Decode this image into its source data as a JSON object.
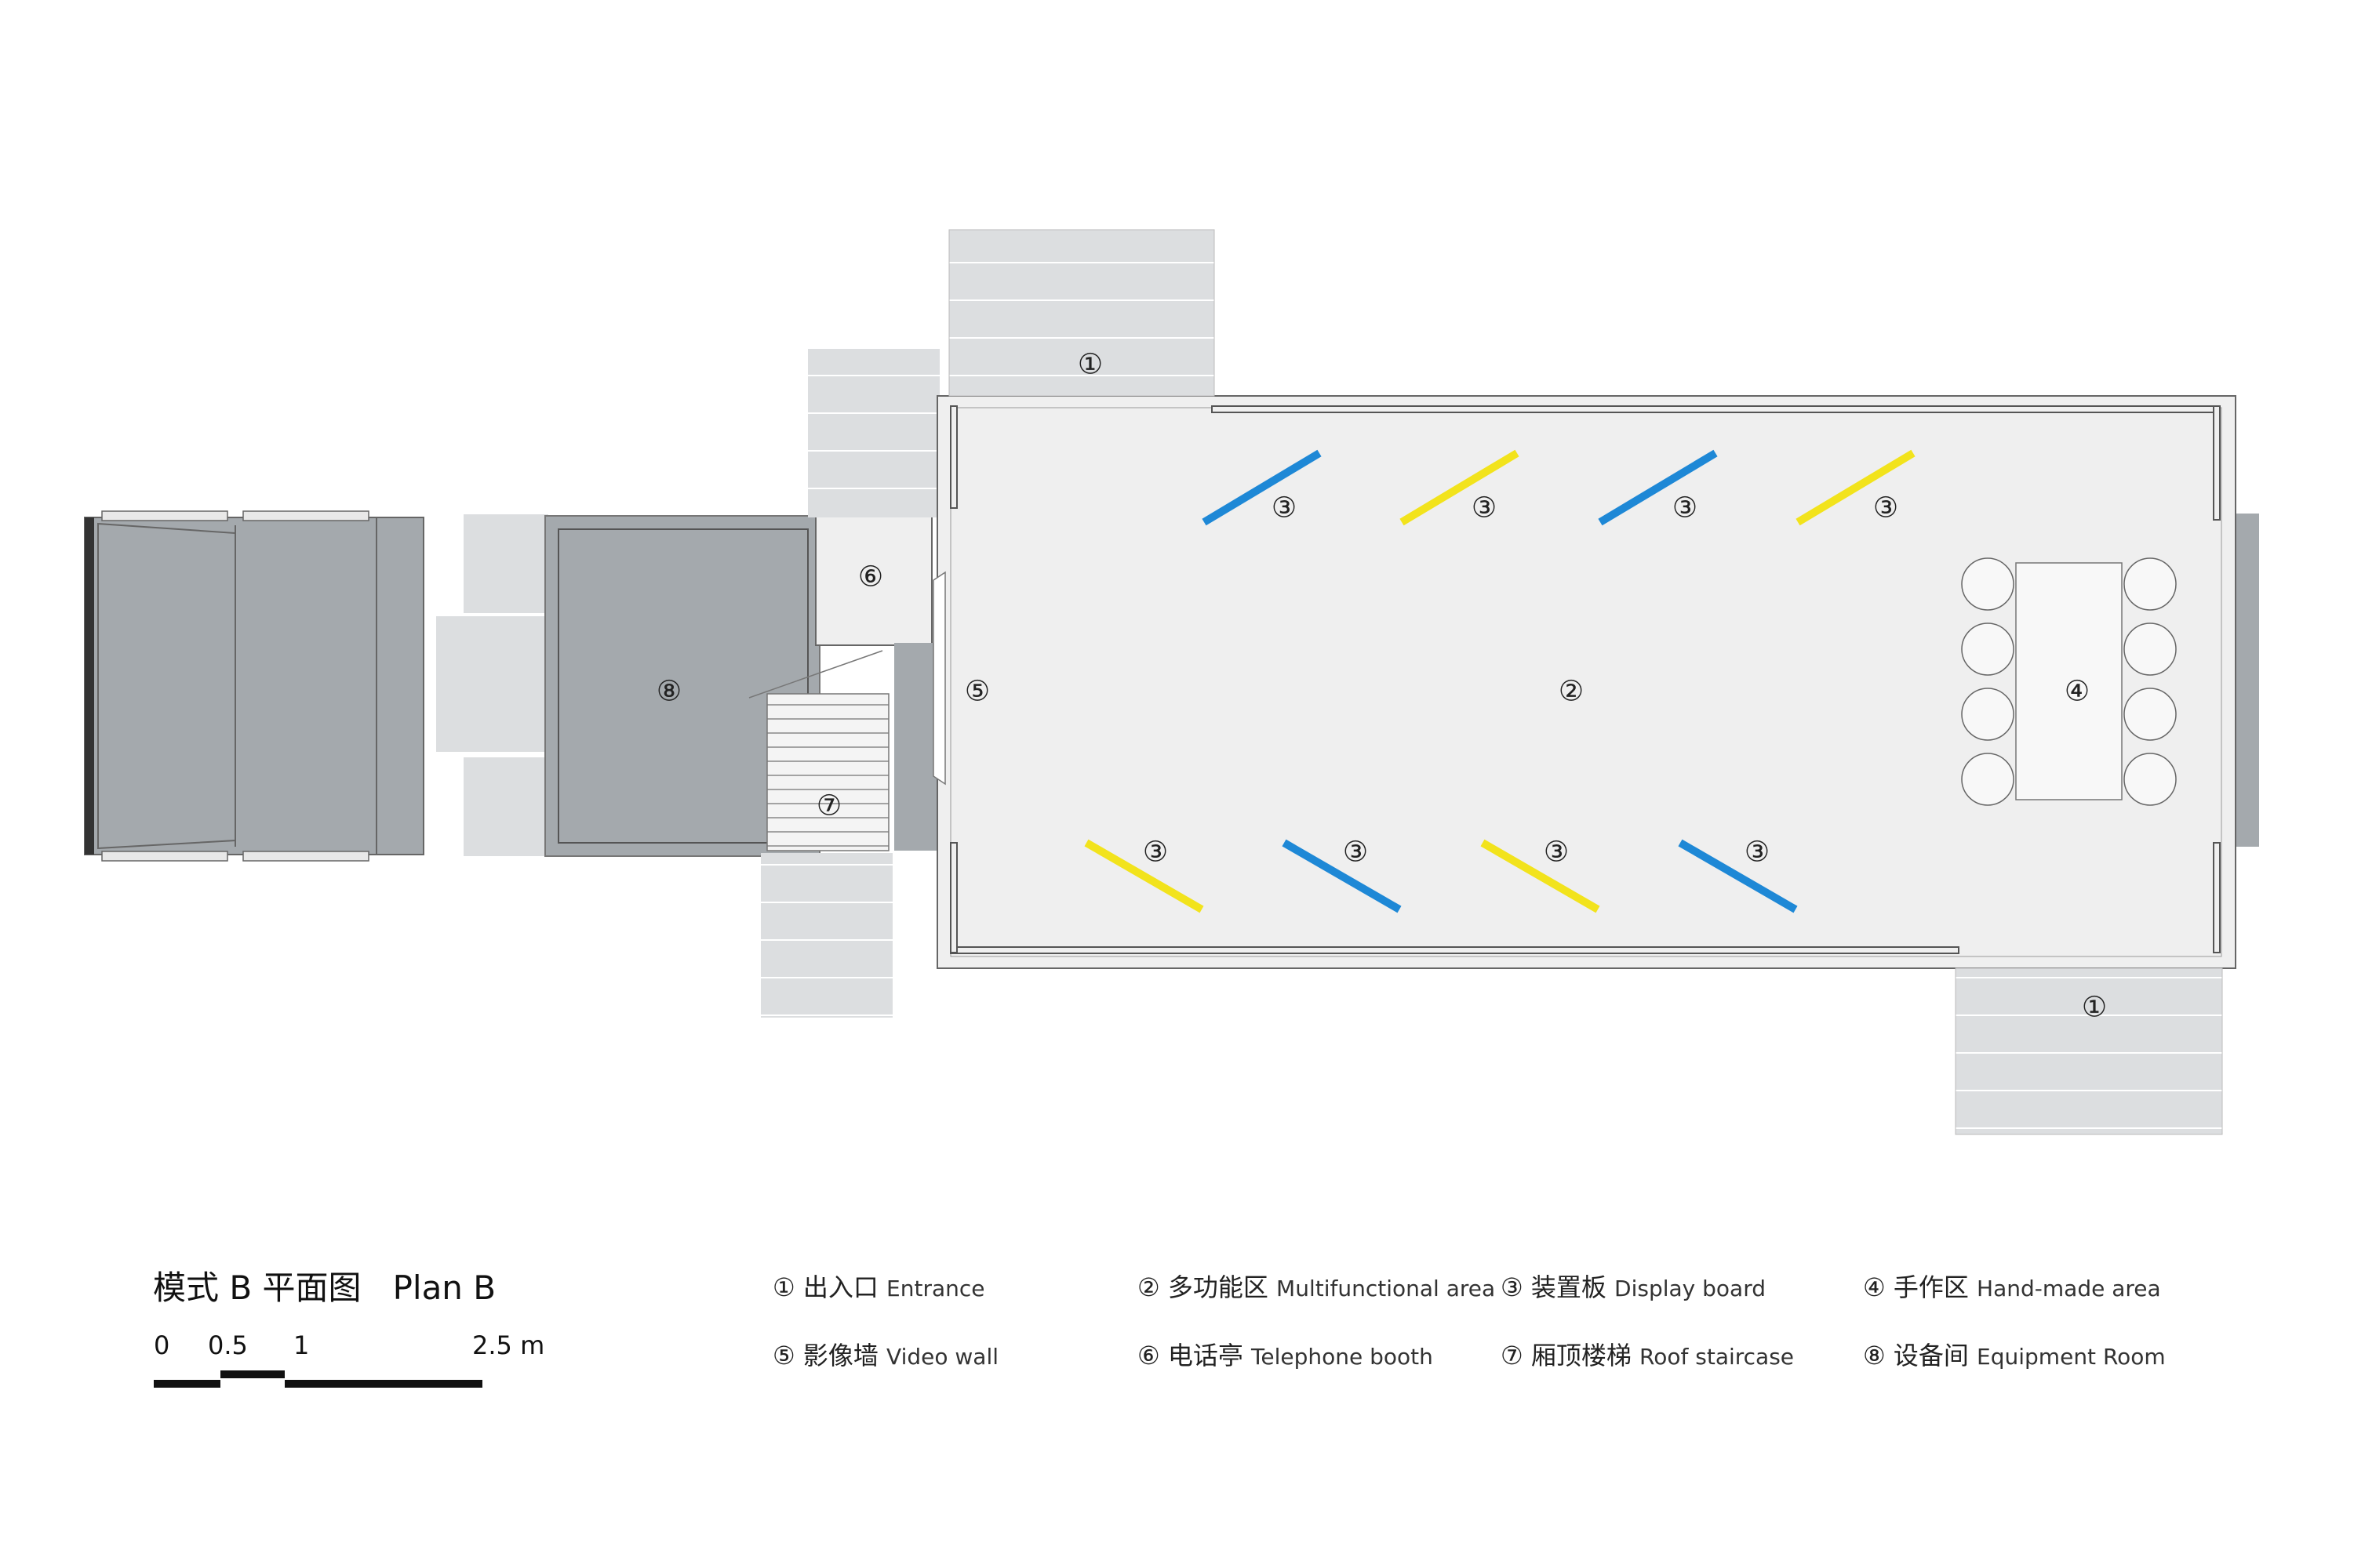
{
  "title": "模式 B 平面图   Plan B",
  "scale_bar": {
    "ticks": [
      "0",
      "0.5",
      "1",
      "2.5 m"
    ]
  },
  "colors": {
    "blue_board": "#1e88d6",
    "yellow_board": "#f2e31c",
    "floor": "#efefef",
    "dark_wall": "#a4a9ad",
    "light_block": "#dcdee0"
  },
  "labels": {
    "entrance_top": "①",
    "entrance_bottom": "①",
    "multifunctional": "②",
    "display": "③",
    "handmade": "④",
    "video_wall": "⑤",
    "telephone": "⑥",
    "staircase": "⑦",
    "equipment": "⑧"
  },
  "legend": [
    {
      "num": "①",
      "zh": "出入口",
      "en": "Entrance"
    },
    {
      "num": "②",
      "zh": "多功能区",
      "en": "Multifunctional area"
    },
    {
      "num": "③",
      "zh": "装置板",
      "en": "Display board"
    },
    {
      "num": "④",
      "zh": "手作区",
      "en": "Hand-made area"
    },
    {
      "num": "⑤",
      "zh": "影像墙",
      "en": "Video wall"
    },
    {
      "num": "⑥",
      "zh": "电话亭",
      "en": "Telephone booth"
    },
    {
      "num": "⑦",
      "zh": "厢顶楼梯",
      "en": "Roof staircase"
    },
    {
      "num": "⑧",
      "zh": "设备间",
      "en": "Equipment Room"
    }
  ]
}
